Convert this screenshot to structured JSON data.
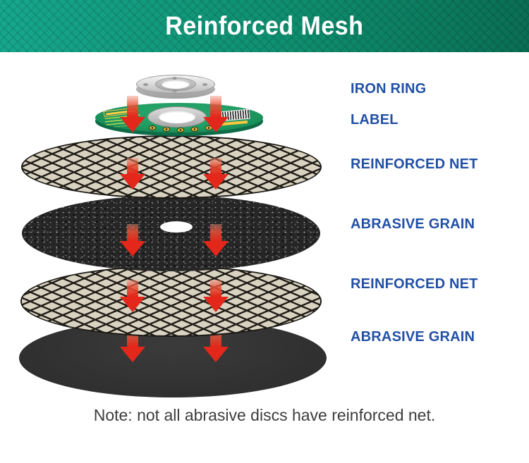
{
  "header": {
    "title": "Reinforced Mesh"
  },
  "colors": {
    "header_left": "#16a78c",
    "header_right": "#0a6e54",
    "label_blue": "#2250a5",
    "arrow_red": "#e3271a",
    "mesh_bg": "#d8d2c1",
    "label_green": "#1f9c62",
    "grain_solid": "#323232"
  },
  "diagram": {
    "layers": [
      {
        "id": "iron-ring",
        "label": "IRON RING"
      },
      {
        "id": "label",
        "label": "LABEL"
      },
      {
        "id": "reinforced-net-1",
        "label": "REINFORCED NET"
      },
      {
        "id": "abrasive-grain-1",
        "label": "ABRASIVE GRAIN"
      },
      {
        "id": "reinforced-net-2",
        "label": "REINFORCED NET"
      },
      {
        "id": "abrasive-grain-2",
        "label": "ABRASIVE GRAIN"
      }
    ]
  },
  "note": {
    "text": "Note: not all abrasive discs have reinforced net."
  }
}
